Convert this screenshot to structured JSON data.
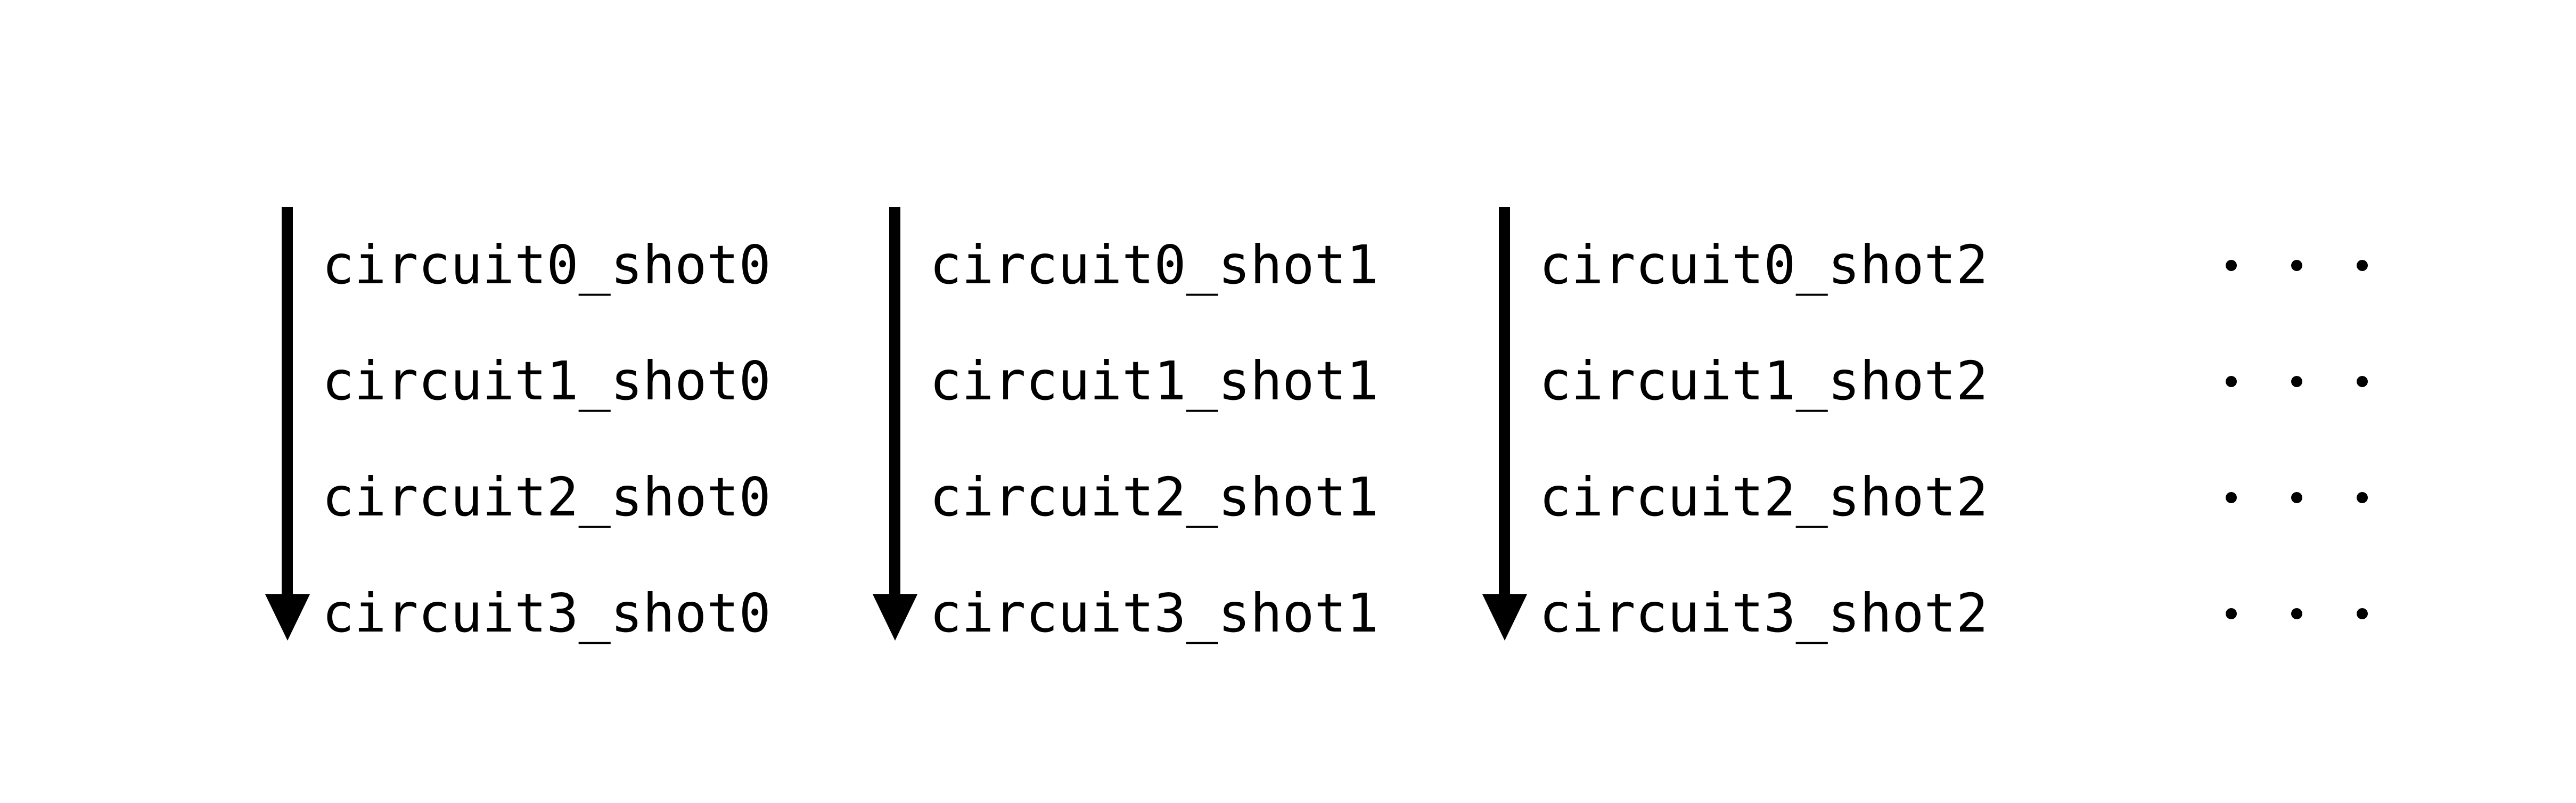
{
  "figure": {
    "background_color": "#ffffff",
    "ink_color": "#000000",
    "description": "Three labelled shot columns with downward execution-order arrows and a trailing ellipsis column"
  },
  "columns": [
    {
      "name": "shot0",
      "arrow": {
        "direction": "down",
        "name": "down-arrow-shot0"
      },
      "labels": [
        "circuit0_shot0",
        "circuit1_shot0",
        "circuit2_shot0",
        "circuit3_shot0"
      ]
    },
    {
      "name": "shot1",
      "arrow": {
        "direction": "down",
        "name": "down-arrow-shot1"
      },
      "labels": [
        "circuit0_shot1",
        "circuit1_shot1",
        "circuit2_shot1",
        "circuit3_shot1"
      ]
    },
    {
      "name": "shot2",
      "arrow": {
        "direction": "down",
        "name": "down-arrow-shot2"
      },
      "labels": [
        "circuit0_shot2",
        "circuit1_shot2",
        "circuit2_shot2",
        "circuit3_shot2"
      ]
    }
  ],
  "ellipsis": {
    "rows": 4,
    "dots_per_row": 3,
    "symbol": "ellipsis-dots"
  }
}
